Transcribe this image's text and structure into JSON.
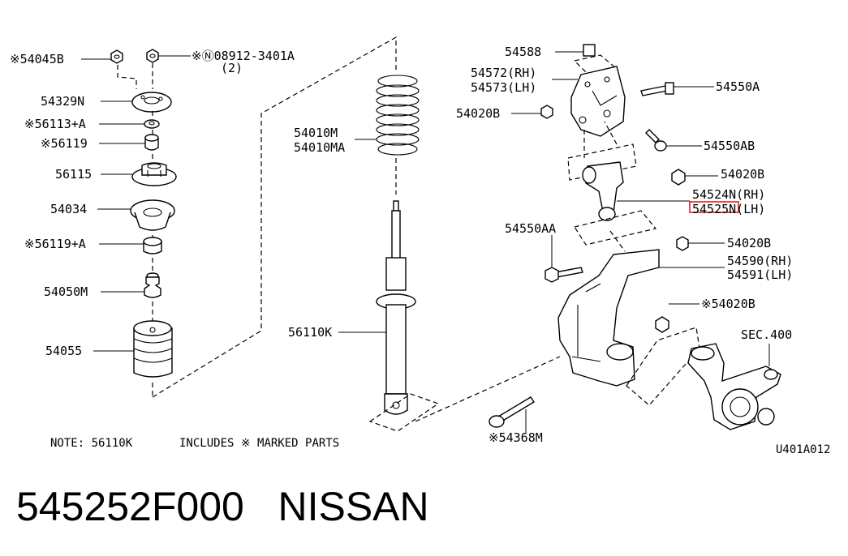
{
  "labels": {
    "l_54045B": "※54045B",
    "l_08912": "※Ⓝ08912-3401A",
    "l_08912_qty": "(2)",
    "l_54329N": "54329N",
    "l_56113A": "※56113+A",
    "l_56119": "※56119",
    "l_56115": "56115",
    "l_54034": "54034",
    "l_56119A": "※56119+A",
    "l_54050M": "54050M",
    "l_54055": "54055",
    "l_54010M": "54010M",
    "l_54010MA": "54010MA",
    "l_56110K": "56110K",
    "l_54588": "54588",
    "l_54572": "54572(RH)",
    "l_54573": "54573(LH)",
    "l_54020B_1": "54020B",
    "l_54550A": "54550A",
    "l_54550AB": "54550AB",
    "l_54020B_2": "54020B",
    "l_54524N": "54524N(RH)",
    "l_54525N": "54525N(LH)",
    "l_54550AA": "54550AA",
    "l_54020B_3": "54020B",
    "l_54590": "54590(RH)",
    "l_54591": "54591(LH)",
    "l_54020B_4": "※54020B",
    "l_sec400": "SEC.400",
    "l_54368M": "※54368M"
  },
  "notes": {
    "note_prefix": "NOTE: 56110K",
    "note_text": "INCLUDES ※ MARKED PARTS",
    "figure_code": "U401A012"
  },
  "highlight": {
    "color": "#e02020"
  },
  "footer": {
    "title": "545252F000   NISSAN"
  }
}
